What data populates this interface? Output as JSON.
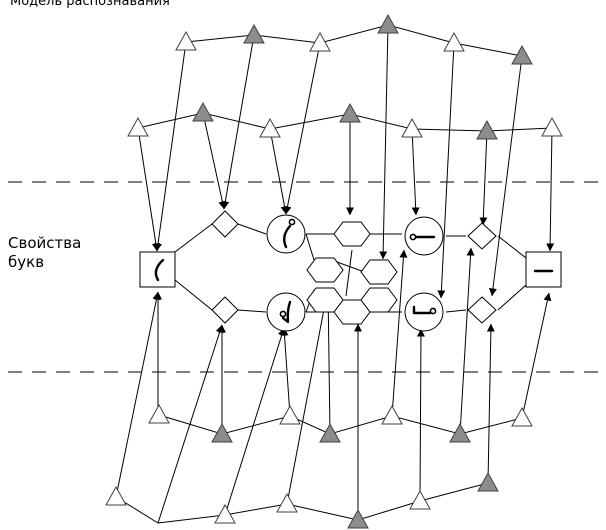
{
  "caption_fragment": "Модель распознавания",
  "side_label_line1": "Свойства",
  "side_label_line2": "букв"
}
